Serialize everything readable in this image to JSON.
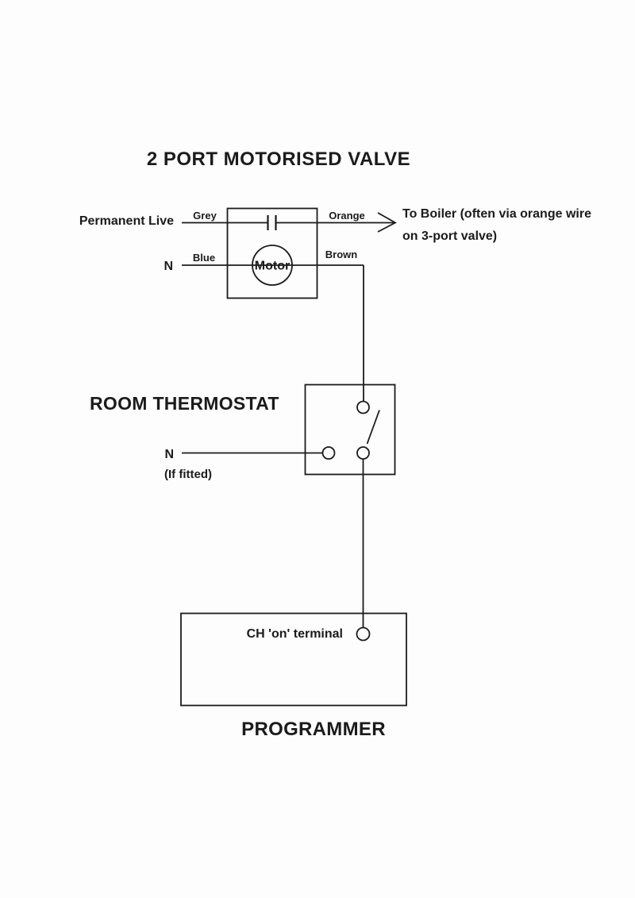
{
  "title": "2 PORT MOTORISED VALVE",
  "valve": {
    "permanent_live_label": "Permanent Live",
    "neutral_label": "N",
    "grey_wire_label": "Grey",
    "blue_wire_label": "Blue",
    "orange_wire_label": "Orange",
    "brown_wire_label": "Brown",
    "motor_label": "Motor",
    "boiler_note_line1": "To Boiler (often via orange wire",
    "boiler_note_line2": "on 3-port valve)"
  },
  "thermostat": {
    "heading": "ROOM THERMOSTAT",
    "neutral_label": "N",
    "if_fitted_note": "(If fitted)"
  },
  "programmer": {
    "heading": "PROGRAMMER",
    "ch_terminal_label": "CH 'on' terminal"
  },
  "colors": {
    "ink": "#1b1b1b",
    "paper": "#fdfdfd"
  }
}
